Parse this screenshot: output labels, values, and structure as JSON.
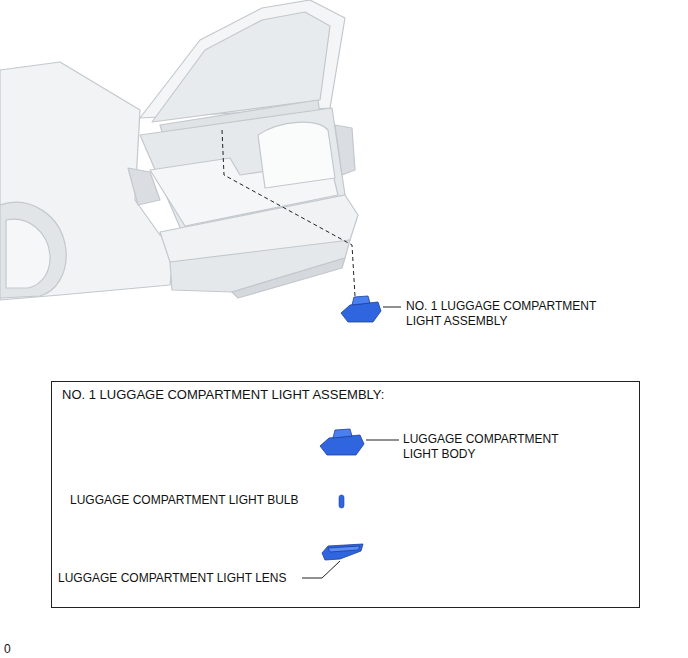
{
  "diagram": {
    "nodes": [
      {
        "text": [
          "NO. 1 LUGGAGE COMPARTMENT LIGHT ASSEMBLY:"
        ]
      }
    ],
    "labels": [
      "NO. 1 LUGGAGE COMPARTMENT LIGHT ASSEMBLY",
      "LUGGAGE COMPARTMENT LIGHT BODY",
      "LUGGAGE COMPARTMENT LIGHT BULB",
      "LUGGAGE COMPARTMENT LIGHT LENS",
      "0"
    ]
  }
}
